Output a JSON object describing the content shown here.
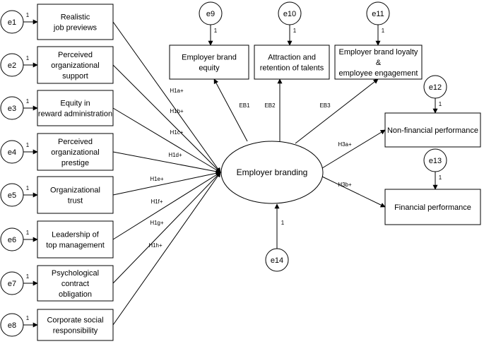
{
  "diagram": {
    "antecedents": [
      {
        "error": "e1",
        "loading": "1",
        "lines": [
          "Realistic",
          "job previews"
        ],
        "path": "H1a+"
      },
      {
        "error": "e2",
        "loading": "1",
        "lines": [
          "Perceived",
          "organizational",
          "support"
        ],
        "path": "H1b+"
      },
      {
        "error": "e3",
        "loading": "1",
        "lines": [
          "Equity in",
          "reward administration"
        ],
        "path": "H1c+"
      },
      {
        "error": "e4",
        "loading": "1",
        "lines": [
          "Perceived",
          "organizational",
          "prestige"
        ],
        "path": "H1d+"
      },
      {
        "error": "e5",
        "loading": "1",
        "lines": [
          "Organizational",
          "trust"
        ],
        "path": "H1e+"
      },
      {
        "error": "e6",
        "loading": "1",
        "lines": [
          "Leadership of",
          "top management"
        ],
        "path": "H1f+"
      },
      {
        "error": "e7",
        "loading": "1",
        "lines": [
          "Psychological",
          "contract",
          "obligation"
        ],
        "path": "H1g+"
      },
      {
        "error": "e8",
        "loading": "1",
        "lines": [
          "Corporate social",
          "responsibility"
        ],
        "path": "H1h+"
      }
    ],
    "central": {
      "label": "Employer branding",
      "error": "e14",
      "loading": "1"
    },
    "brand_outcomes": [
      {
        "error": "e9",
        "loading": "1",
        "lines": [
          "Employer brand",
          "equity"
        ],
        "path": "EB1"
      },
      {
        "error": "e10",
        "loading": "1",
        "lines": [
          "Attraction and",
          "retention of talents"
        ],
        "path": "EB2"
      },
      {
        "error": "e11",
        "loading": "1",
        "lines": [
          "Employer brand loyalty",
          "&",
          "employee engagement"
        ],
        "path": "EB3"
      }
    ],
    "performance": [
      {
        "error": "e12",
        "loading": "1",
        "lines": [
          "Non-financial performance"
        ],
        "path": "H3a+"
      },
      {
        "error": "e13",
        "loading": "1",
        "lines": [
          "Financial performance"
        ],
        "path": "H3b+"
      }
    ]
  }
}
